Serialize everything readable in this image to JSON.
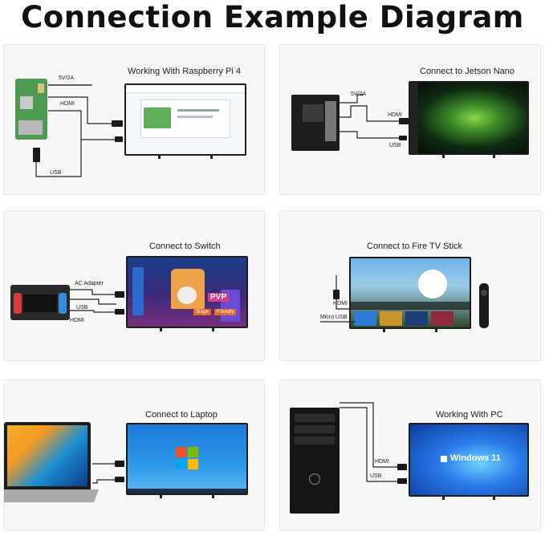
{
  "header": {
    "title": "Connection Example Diagram"
  },
  "panels": {
    "rpi": {
      "title": "Working With Raspberry Pi 4",
      "power": "5V/2A",
      "hdmi": "HDMI",
      "usb": "USB"
    },
    "jetson": {
      "title": "Connect to Jetson Nano",
      "power": "5V/2A",
      "hdmi": "HDMI",
      "usb": "USB"
    },
    "switch": {
      "title": "Connect to Switch",
      "adapter": "AC Adapter",
      "usb": "USB",
      "hdmi": "HDMI",
      "game_badge": "PVP",
      "game_stage": "Stage",
      "game_friend": "Friendly"
    },
    "firetv": {
      "title": "Connect to Fire TV Stick",
      "hdmi": "HDMI",
      "micro_usb": "Micro USB"
    },
    "laptop": {
      "title": "Connect to Laptop"
    },
    "pc": {
      "title": "Working With PC",
      "hdmi": "HDMI",
      "usb": "USB",
      "os_label": "Windows 11"
    }
  },
  "colors": {
    "panel_bg": "#f7f7f6",
    "bezel": "#1c1c1c",
    "cable": "#222222"
  }
}
